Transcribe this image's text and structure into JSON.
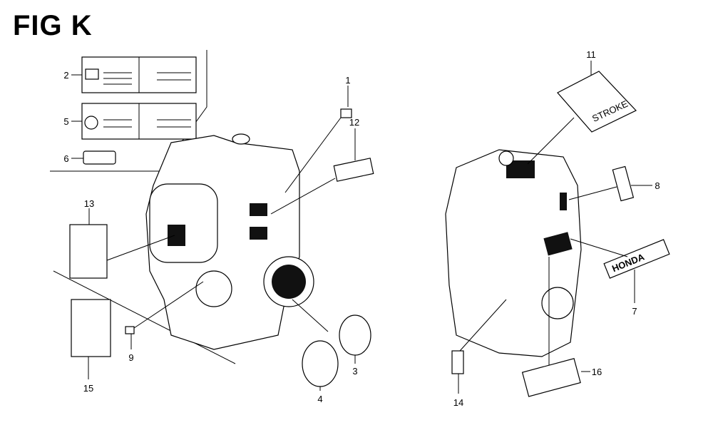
{
  "figure": {
    "title": "FIG K"
  },
  "callouts": [
    {
      "id": "c1",
      "text": "1"
    },
    {
      "id": "c2",
      "text": "2"
    },
    {
      "id": "c3",
      "text": "3"
    },
    {
      "id": "c4",
      "text": "4"
    },
    {
      "id": "c5",
      "text": "5"
    },
    {
      "id": "c6",
      "text": "6"
    },
    {
      "id": "c7",
      "text": "7"
    },
    {
      "id": "c8",
      "text": "8"
    },
    {
      "id": "c9",
      "text": "9"
    },
    {
      "id": "c11",
      "text": "11"
    },
    {
      "id": "c12",
      "text": "12"
    },
    {
      "id": "c13",
      "text": "13"
    },
    {
      "id": "c14",
      "text": "14"
    },
    {
      "id": "c15",
      "text": "15"
    },
    {
      "id": "c16",
      "text": "16"
    }
  ],
  "decal_text": {
    "honda": "HONDA",
    "stroke": "STROKE"
  }
}
